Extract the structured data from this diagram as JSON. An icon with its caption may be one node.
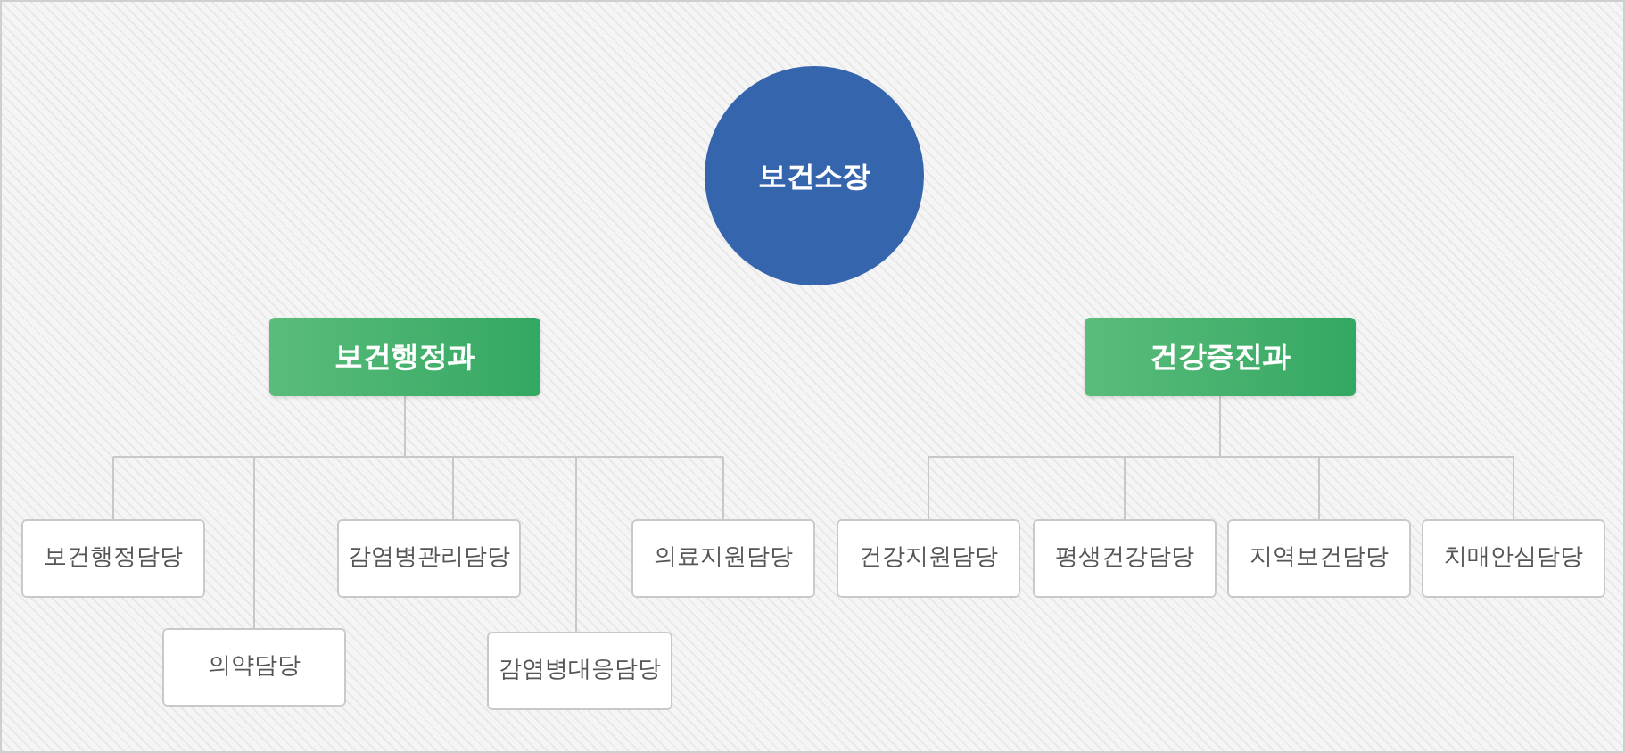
{
  "diagram": {
    "nodes": [
      {
        "text": [
          "보건소장"
        ]
      },
      {
        "text": [
          "보건행정과"
        ]
      },
      {
        "text": [
          "건강증진과"
        ]
      },
      {
        "text": [
          "보건행정담당"
        ]
      },
      {
        "text": [
          "의약담당"
        ]
      },
      {
        "text": [
          "감염병관리담당"
        ]
      },
      {
        "text": [
          "감염병대응담당"
        ]
      },
      {
        "text": [
          "의료지원담당"
        ]
      },
      {
        "text": [
          "건강지원담당"
        ]
      },
      {
        "text": [
          "평생건강담당"
        ]
      },
      {
        "text": [
          "지역보건담당"
        ]
      },
      {
        "text": [
          "치매안심담당"
        ]
      }
    ],
    "edges": [
      {
        "from": 1,
        "to": 3,
        "arrow": "none"
      },
      {
        "from": 1,
        "to": 4,
        "arrow": "none"
      },
      {
        "from": 1,
        "to": 5,
        "arrow": "none"
      },
      {
        "from": 1,
        "to": 6,
        "arrow": "none"
      },
      {
        "from": 1,
        "to": 7,
        "arrow": "none"
      },
      {
        "from": 2,
        "to": 8,
        "arrow": "none"
      },
      {
        "from": 2,
        "to": 9,
        "arrow": "none"
      },
      {
        "from": 2,
        "to": 10,
        "arrow": "none"
      },
      {
        "from": 2,
        "to": 11,
        "arrow": "none"
      }
    ]
  }
}
